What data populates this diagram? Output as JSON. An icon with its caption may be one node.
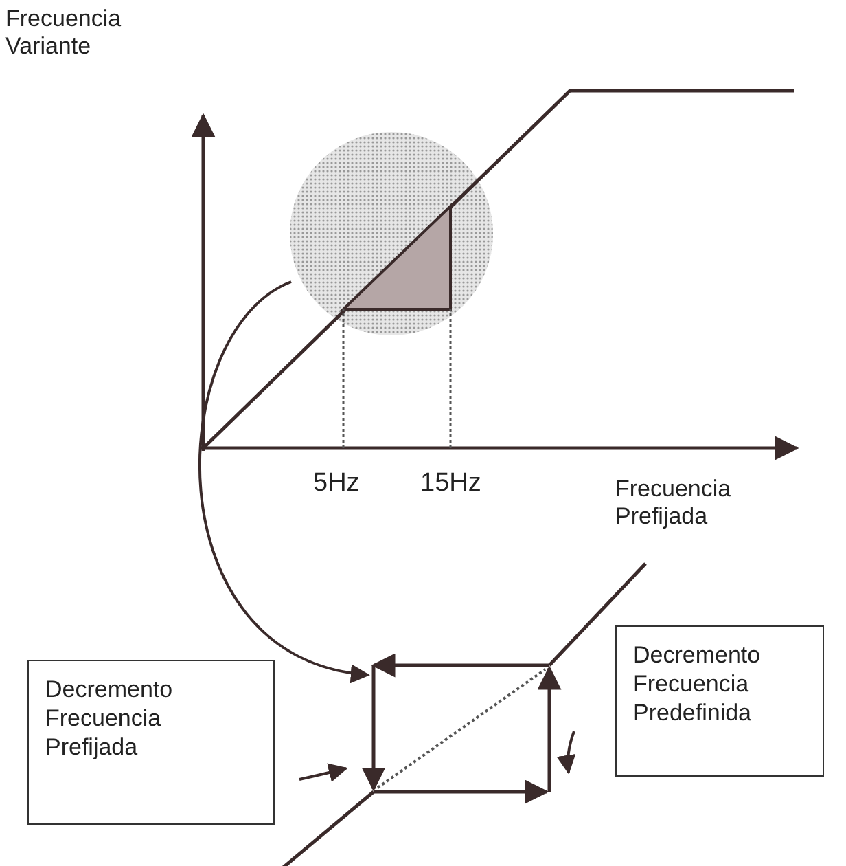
{
  "diagram": {
    "nodes": [
      {
        "text": [],
        "shape": "circle"
      },
      {
        "text": [],
        "shape": "box"
      },
      {
        "text": [
          "Decremento Frecuencia Prefijada"
        ]
      },
      {
        "text": [
          "Decremento Frecuencia Predefinida"
        ]
      }
    ],
    "edges": [
      {
        "from": 0,
        "to": 1,
        "arrow": "to"
      }
    ],
    "labels": [
      "Frecuencia Variante",
      "5Hz",
      "15Hz",
      "Frecuencia Prefijada"
    ]
  }
}
